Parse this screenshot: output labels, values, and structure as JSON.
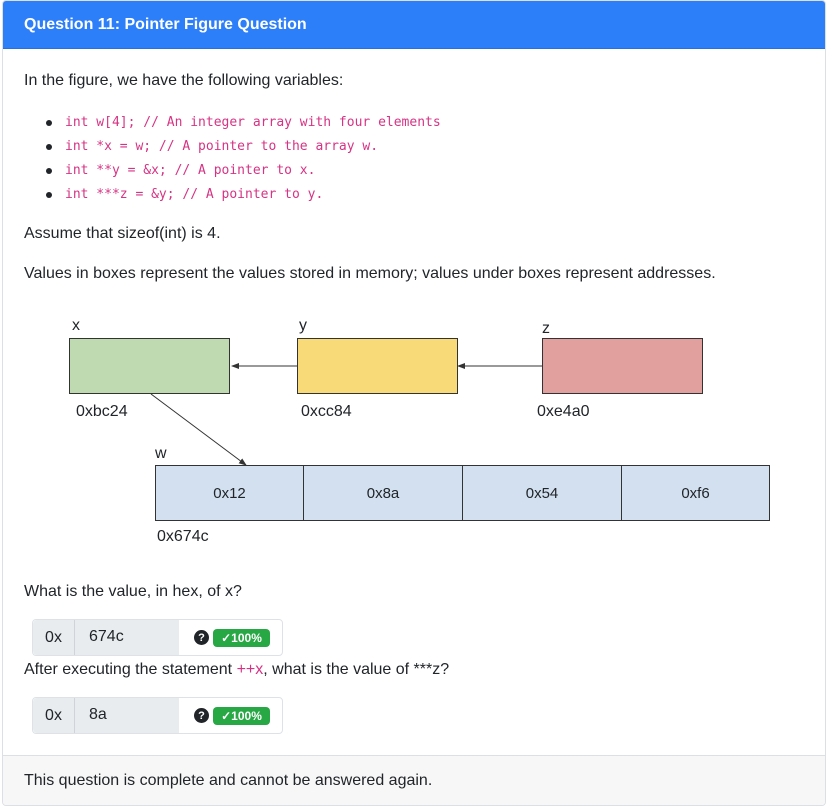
{
  "header": {
    "title": "Question 11: Pointer Figure Question"
  },
  "intro": "In the figure, we have the following variables:",
  "variables": [
    "int w[4]; // An integer array with four elements",
    "int *x = w; // A pointer to the array w.",
    "int **y = &x; // A pointer to x.",
    "int ***z = &y; // A pointer to y."
  ],
  "assumption": "Assume that sizeof(int) is 4.",
  "explanation": "Values in boxes represent the values stored in memory; values under boxes represent addresses.",
  "figure": {
    "pointers": [
      {
        "name": "x",
        "address": "0xbc24",
        "color": "#bfd9b0"
      },
      {
        "name": "y",
        "address": "0xcc84",
        "color": "#f9da79"
      },
      {
        "name": "z",
        "address": "0xe4a0",
        "color": "#e19f9d"
      }
    ],
    "array": {
      "name": "w",
      "address": "0x674c",
      "color": "#d2e0f0",
      "values": [
        "0x12",
        "0x8a",
        "0x54",
        "0xf6"
      ]
    }
  },
  "questions": [
    {
      "text": "What is the value, in hex, of x?",
      "prefix": "0x",
      "answer": "674c",
      "help_icon": "question-circle-icon",
      "score": "✓100%"
    },
    {
      "text_before": "After executing the statement ",
      "code": "++x",
      "text_after": ", what is the value of ***z?",
      "prefix": "0x",
      "answer": "8a",
      "help_icon": "question-circle-icon",
      "score": "✓100%"
    }
  ],
  "footer": "This question is complete and cannot be answered again.",
  "colors": {
    "header": "#2d7ff9",
    "badge_success": "#28a745",
    "code": "#d63384"
  }
}
